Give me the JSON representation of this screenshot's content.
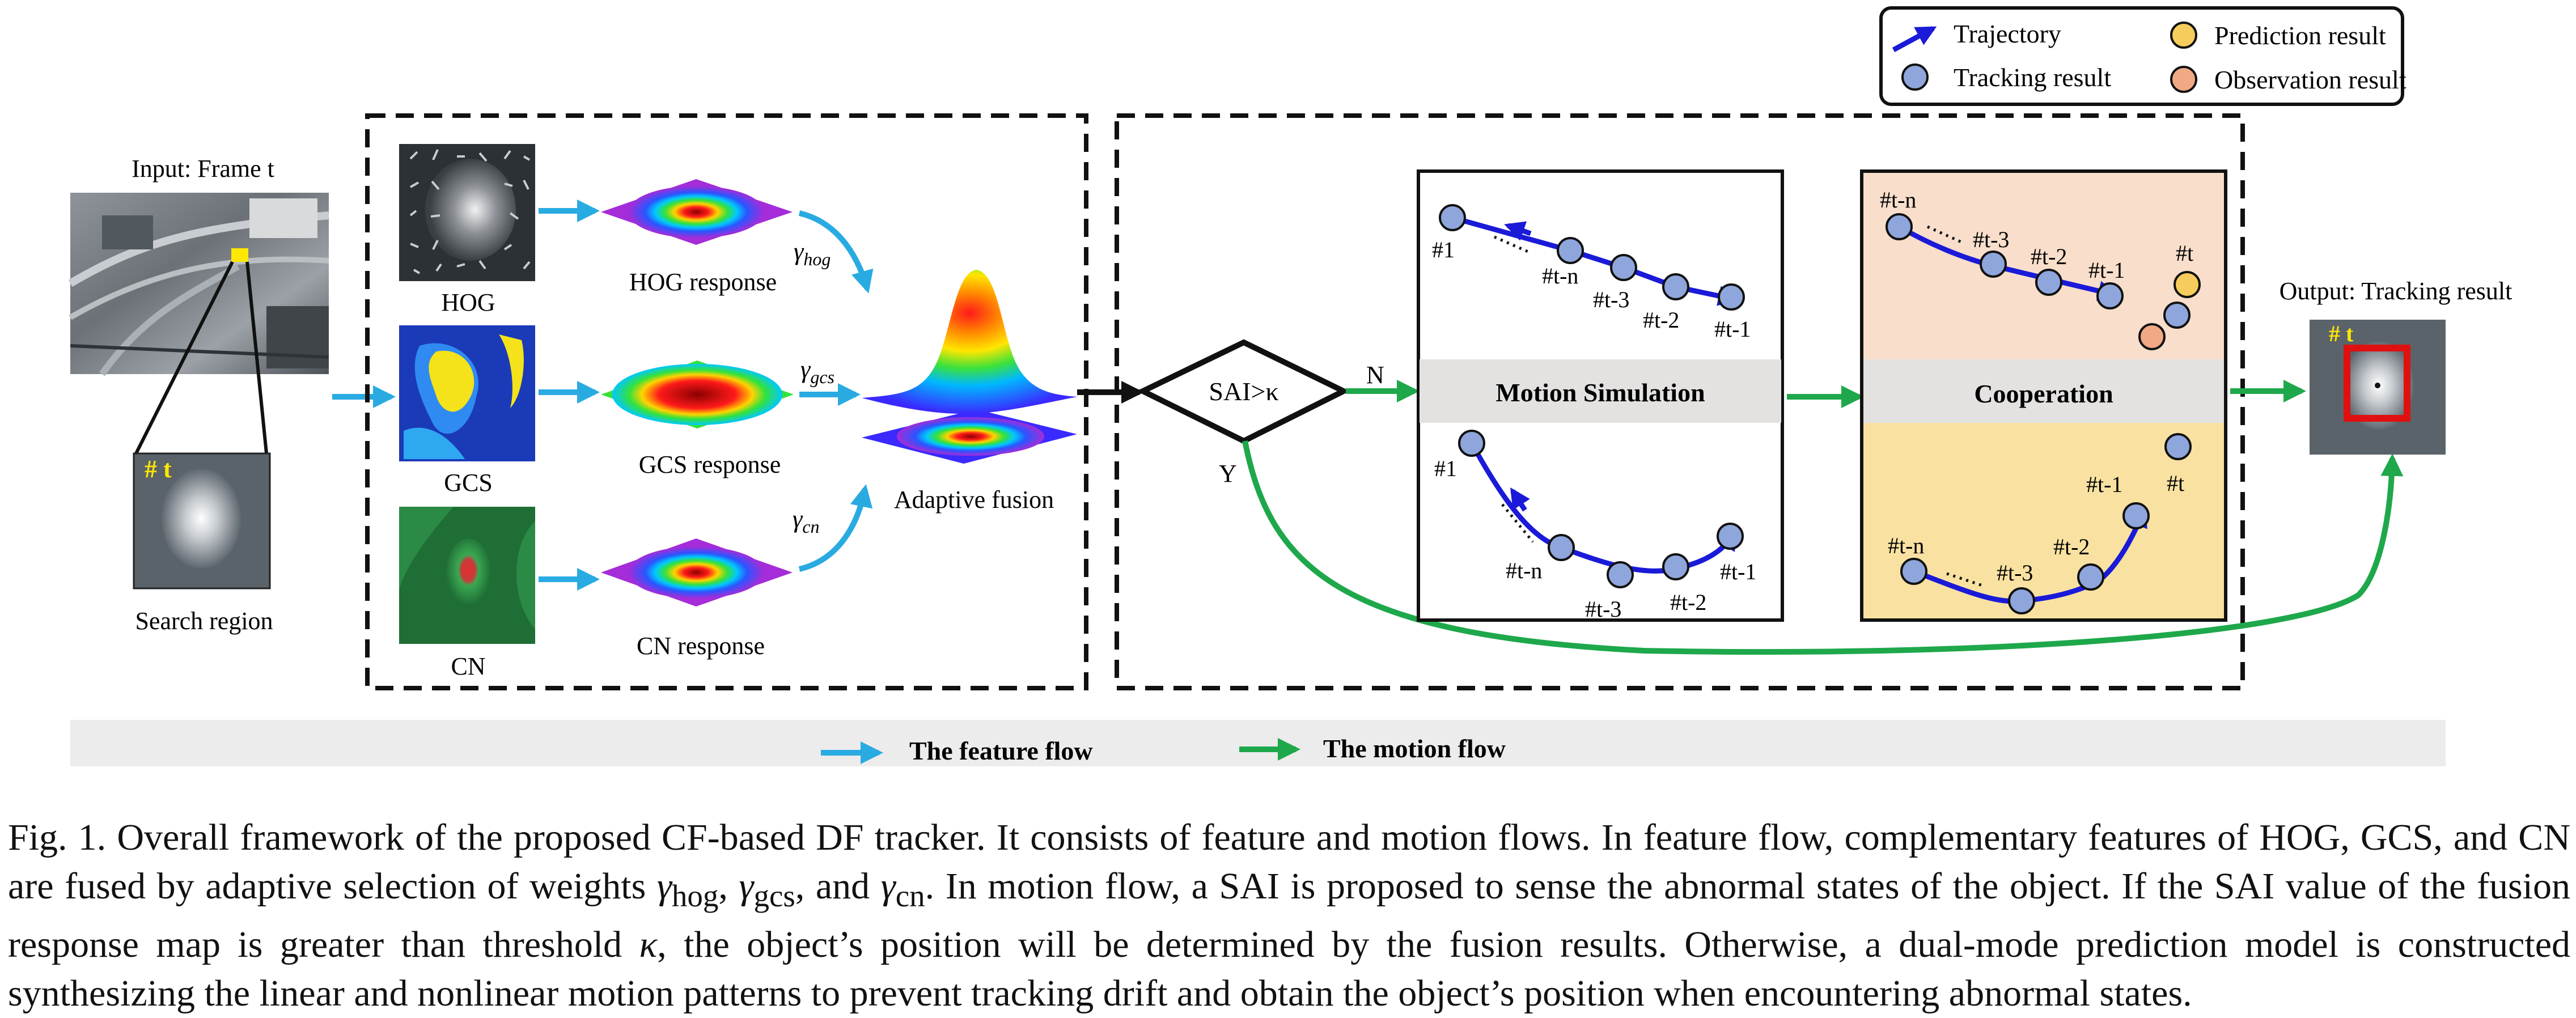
{
  "legend": {
    "trajectory": "Trajectory",
    "tracking_result": "Tracking result",
    "prediction_result": "Prediction result",
    "observation_result": "Observation result"
  },
  "input": {
    "title": "Input: Frame t",
    "frame_tag": "# t",
    "search_label": "Search region"
  },
  "features": {
    "hog": "HOG",
    "gcs": "GCS",
    "cn": "CN",
    "hog_response": "HOG response",
    "gcs_response": "GCS response",
    "cn_response": "CN response",
    "gamma_hog": "γ",
    "gamma_hog_sub": "hog",
    "gamma_gcs": "γ",
    "gamma_gcs_sub": "gcs",
    "gamma_cn": "γ",
    "gamma_cn_sub": "cn",
    "fusion_label": "Adaptive fusion"
  },
  "motion": {
    "decision": "SAI>κ",
    "no": "N",
    "yes": "Y",
    "simulation_title": "Motion Simulation",
    "cooperation_title": "Cooperation",
    "sim_top": [
      "#1",
      "#t-n",
      "#t-3",
      "#t-2",
      "#t-1"
    ],
    "sim_bottom": [
      "#1",
      "#t-n",
      "#t-3",
      "#t-2",
      "#t-1"
    ],
    "coop_top": [
      "#t-n",
      "#t-3",
      "#t-2",
      "#t-1",
      "#t"
    ],
    "coop_bottom": [
      "#t-n",
      "#t-3",
      "#t-2",
      "#t-1",
      "#t"
    ]
  },
  "output": {
    "title": "Output: Tracking result",
    "frame_tag": "# t"
  },
  "flows": {
    "feature": "The feature flow",
    "motion": "The motion flow"
  },
  "caption": {
    "part1": "Fig. 1.     Overall framework of the proposed CF-based DF tracker. It consists of feature and motion flows. In feature flow, complementary features of HOG, GCS, and CN are fused by adaptive selection of weights ",
    "g1": "γ",
    "g1_sub": "hog",
    "sep1": ", ",
    "g2": "γ",
    "g2_sub": "gcs",
    "sep2": ", and ",
    "g3": "γ",
    "g3_sub": "cn",
    "part2": ". In motion flow, a SAI is proposed to sense the abnormal states of the object. If the SAI value of the fusion response map is greater than threshold ",
    "kappa": "κ",
    "part3": ", the object’s position will be determined by the fusion results. Otherwise, a dual-mode prediction model is constructed synthesizing the linear and nonlinear motion patterns to prevent tracking drift and obtain the object’s position when encountering abnormal states."
  },
  "colors": {
    "feature_flow": "#29abe2",
    "motion_flow": "#1ea84b",
    "trajectory": "#1a1ad8",
    "tracking_node": "#8fa6dc",
    "prediction_node": "#f6cd5c",
    "observation_node": "#f1a985",
    "coop_top_bg": "#f8decb",
    "coop_bottom_bg": "#f9e2a1",
    "band_bg": "#ececec",
    "highlight_box": "#e01010"
  }
}
